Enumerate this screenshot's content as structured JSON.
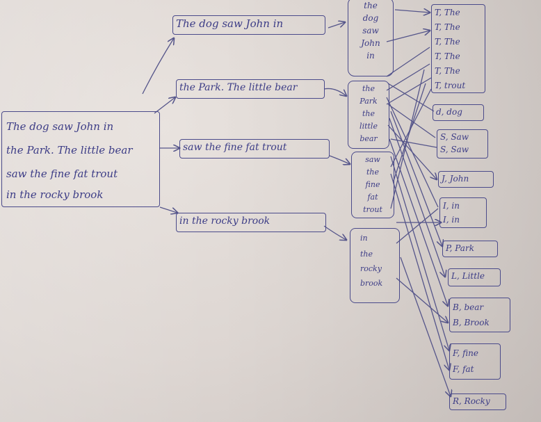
{
  "input": {
    "lines": [
      "The dog saw John in",
      "the Park. The little bear",
      "saw the fine fat trout",
      "in the rocky brook"
    ]
  },
  "splits": [
    "The dog saw John in",
    "the Park. The little bear",
    "saw the fine fat trout",
    "in the rocky brook"
  ],
  "map_columns": [
    [
      "the",
      "dog",
      "saw",
      "John",
      "in"
    ],
    [
      "the",
      "Park",
      "the",
      "little",
      "bear"
    ],
    [
      "saw",
      "the",
      "fine",
      "fat",
      "trout"
    ],
    [
      "in",
      "the",
      "rocky",
      "brook"
    ]
  ],
  "groups": [
    [
      "T, The",
      "T, The",
      "T, The",
      "T, The",
      "T, The",
      "T, trout"
    ],
    [
      "d, dog"
    ],
    [
      "S, Saw",
      "S, Saw"
    ],
    [
      "J, John"
    ],
    [
      "I, in",
      "I, in"
    ],
    [
      "P, Park"
    ],
    [
      "L, Little"
    ],
    [
      "B, bear",
      "B, Brook"
    ],
    [
      "F, fine",
      "F, fat"
    ],
    [
      "R, Rocky"
    ]
  ]
}
